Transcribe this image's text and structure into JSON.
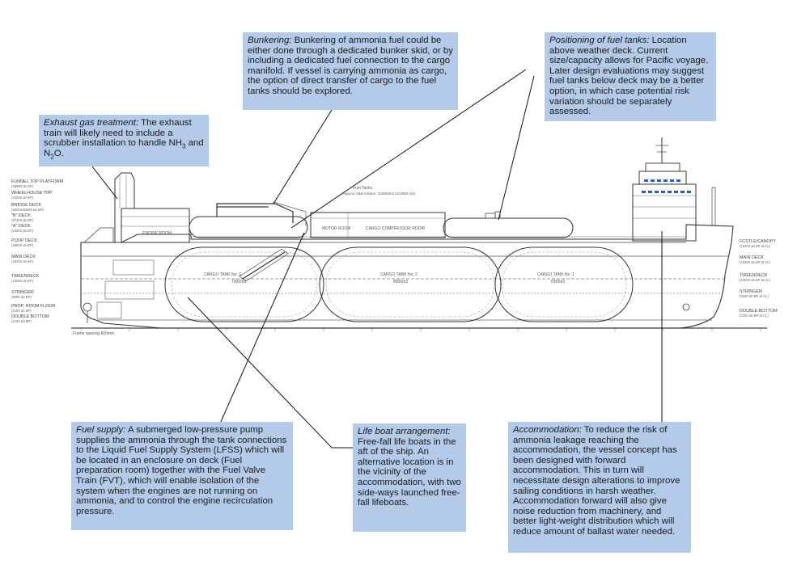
{
  "callouts": {
    "bunkering": {
      "title": "Bunkering:",
      "text": " Bunkering of ammonia fuel could be either done  through a dedicated bunker skid, or by including a dedicated fuel connection to the cargo manifold. If vessel is carrying ammonia as cargo, the option of direct transfer of cargo to the fuel tanks should be explored."
    },
    "positioning": {
      "title": "Positioning of fuel tanks:",
      "text": " Location above weather deck. Current size/capacity allows for Pacific voyage. Later design evaluations may suggest fuel tanks below deck may be a better option, in which case potential risk variation should be separately assessed."
    },
    "exhaust": {
      "title": "Exhaust gas treatment:",
      "text_a": " The exhaust train will likely need to include a scrubber installation to handle NH",
      "sub_a": "3",
      "text_b": " and N",
      "sub_b": "2",
      "text_c": "O."
    },
    "fuel_supply": {
      "title": "Fuel supply:",
      "text": " A submerged low-pressure pump supplies the ammonia through the tank connections to the Liquid Fuel Supply System (LFSS) which will be located in an enclosure on deck (Fuel preparation room) together with the Fuel Valve Train (FVT), which will enable isolation of the system when the engines are not running on ammonia, and to control the engine recirculation pressure."
    },
    "lifeboat": {
      "title": "Life boat arrangement:",
      "text": " Free-fall life boats in the aft of the ship. An alternative location is in the vicinity of the accommodation, with two side-ways launched free-fall lifeboats."
    },
    "accommodation": {
      "title": "Accommodation:",
      "text": " To reduce the risk of ammonia leakage reaching the accommodation, the vessel concept has been designed with forward accommodation. This in turn will necessitate design alterations to improve sailing conditions in harsh weather. Accommodation forward will also give noise reduction from machinery, and better light-weight distribution which will reduce amount of ballast water needed."
    }
  },
  "deck_labels_left": [
    {
      "name": "FUNNEL TOP PLATFORM",
      "sub": "(35800 ab BP)"
    },
    {
      "name": "WHEELHOUSE TOP",
      "sub": "(33000 ab BP)"
    },
    {
      "name": "BRIDGE DECK",
      "sub": "(30300/30000 ab BP)"
    },
    {
      "name": "\"B\" DECK",
      "sub": "(27300 ab BP)"
    },
    {
      "name": "\"A\" DECK",
      "sub": "(24300 ab BP)"
    },
    {
      "name": "POOP DECK",
      "sub": "(19000 ab BP)"
    },
    {
      "name": "MAIN DECK",
      "sub": "(16000 ab BP)"
    },
    {
      "name": "TWEENDECK",
      "sub": "(13000 ab BP)"
    },
    {
      "name": "STRINGER",
      "sub": "(9200 ab BP)"
    },
    {
      "name": "PROP. ROOM FLOOR",
      "sub": "(2150 ab BP)"
    },
    {
      "name": "DOUBLE BOTTOM",
      "sub": "(2150 ab BP)"
    }
  ],
  "deck_labels_right": [
    {
      "name": "FCSTLE/CANOPY",
      "sub": "(19400 ab BP at CL)"
    },
    {
      "name": "MAIN DECK",
      "sub": "(16400 ab BP at CL)"
    },
    {
      "name": "TWEENDECK",
      "sub": "(13000 ab BP at CL)"
    },
    {
      "name": "STRINGER",
      "sub": "(9200 ab BP at CL)"
    },
    {
      "name": "DOUBLE BOTTOM",
      "sub": "(2150 ab BP at CL)"
    }
  ],
  "inline_labels": {
    "fuel_tanks": "Fuel Tanks",
    "fuel_tanks_sub": "Approx. total volume: 2x3000m3 (2x3000 m3)",
    "cargo_tank_3": "CARGO TANK No. 3",
    "cargo_tank_3_vol": "7000m3",
    "cargo_tank_2": "CARGO TANK No. 2",
    "cargo_tank_2_vol": "8000m3",
    "cargo_tank_1": "CARGO TANK No. 1",
    "cargo_tank_1_vol": "7000m3",
    "engine_room": "ENGINE ROOM",
    "motor_room": "MOTOR ROOM",
    "compressor_room": "CARGO COMPRESSOR ROOM",
    "frame_spacing": "Frame spacing 800mm"
  }
}
